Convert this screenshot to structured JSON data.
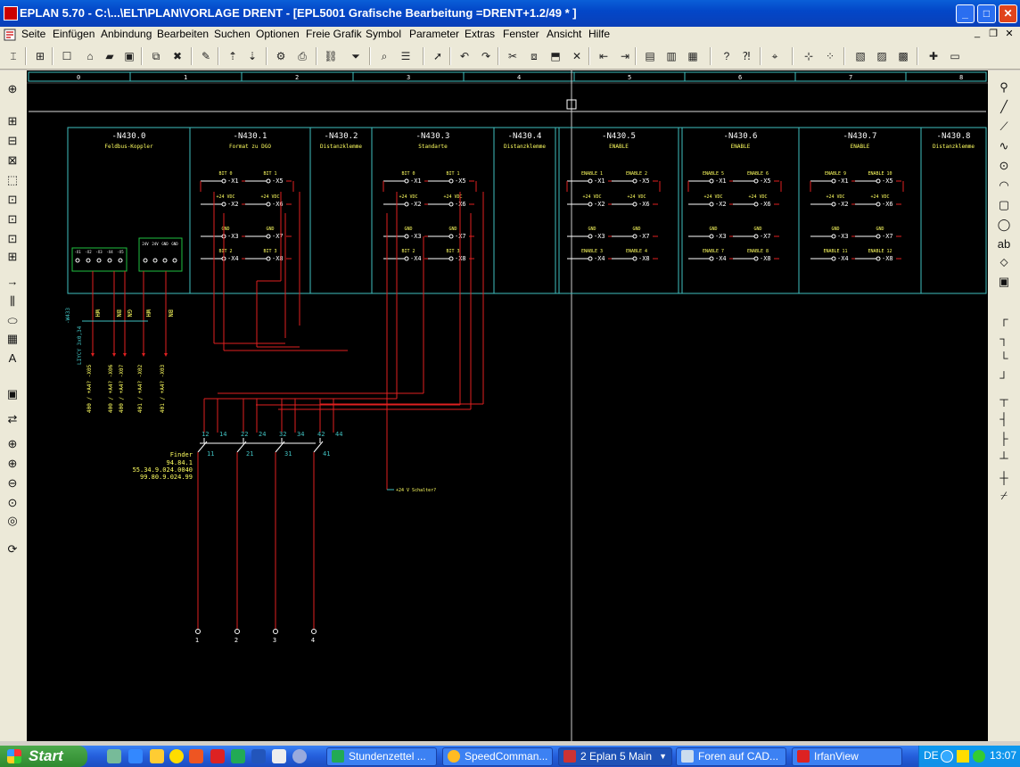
{
  "window": {
    "title": "EPLAN 5.70 - C:\\...\\ELT\\PLAN\\VORLAGE DRENT - [EPL5001 Grafische Bearbeitung =DRENT+1.2/49    * ]",
    "minimize": "_",
    "maximize": "□",
    "close": "✕"
  },
  "menu": {
    "items": [
      "Seite",
      "Einfügen",
      "Anbindung",
      "Bearbeiten",
      "Suchen",
      "Optionen",
      "Freie Grafik",
      "Symbol",
      "Parameter",
      "Extras",
      "Fenster",
      "Ansicht",
      "Hilfe"
    ],
    "doc_controls": [
      "_",
      "❐",
      "✕"
    ]
  },
  "toolbar_icons": [
    "select-tool-icon",
    "tree-icon",
    "new-page-icon",
    "open-icon",
    "folder-icon",
    "save-icon",
    "copy-icon",
    "delete-icon",
    "edit-icon",
    "page-up-icon",
    "page-down-icon",
    "properties-icon",
    "print-icon",
    "link-icon",
    "filter-icon",
    "search-icon",
    "list-icon",
    "pointer-icon",
    "undo-icon",
    "redo-icon",
    "cut-icon",
    "copy-symbol-icon",
    "paste-icon",
    "remove-icon",
    "move-left-icon",
    "move-right-icon",
    "window1-icon",
    "window2-icon",
    "window3-icon",
    "help-icon",
    "context-help-icon",
    "find-icon",
    "grid-icon",
    "dots-icon",
    "macro1-icon",
    "macro2-icon",
    "macro3-icon",
    "new-macro-icon",
    "macro-list-icon"
  ],
  "drawing": {
    "columns": [
      "0",
      "1",
      "2",
      "3",
      "4",
      "5",
      "6",
      "7",
      "8"
    ],
    "modules": [
      {
        "id": "-N430.0",
        "name": "Feldbus-Koppler"
      },
      {
        "id": "-N430.1",
        "name": "Format zu DGO"
      },
      {
        "id": "-N430.2",
        "name": "Distanzklemme"
      },
      {
        "id": "-N430.3",
        "name": "Standarte"
      },
      {
        "id": "-N430.4",
        "name": "Distanzklemme"
      },
      {
        "id": "-N430.5",
        "name": "ENABLE"
      },
      {
        "id": "-N430.6",
        "name": "ENABLE"
      },
      {
        "id": "-N430.7",
        "name": "ENABLE"
      },
      {
        "id": "-N430.8",
        "name": "Distanzklemme"
      }
    ],
    "io_blocks": [
      {
        "labels": [
          "BIT 0",
          "BIT 1",
          "+24 VDC",
          "+24 VDC",
          "GND",
          "GND",
          "BIT 2",
          "BIT 3"
        ],
        "terms": [
          "-X1",
          "-X5",
          "-X2",
          "-X6",
          "-X3",
          "-X7",
          "-X4",
          "-X8"
        ]
      },
      {
        "labels": [
          "BIT 0",
          "BIT 1",
          "+24 VDC",
          "+24 VDC",
          "GND",
          "GND",
          "BIT 2",
          "BIT 3"
        ],
        "terms": [
          "-X1",
          "-X5",
          "-X2",
          "-X6",
          "-X3",
          "-X7",
          "-X4",
          "-X8"
        ]
      },
      {
        "labels": [
          "ENABLE 1",
          "ENABLE 2",
          "+24 VDC",
          "+24 VDC",
          "GND",
          "GND",
          "ENABLE 3",
          "ENABLE 4"
        ],
        "terms": [
          "-X1",
          "-X5",
          "-X2",
          "-X6",
          "-X3",
          "-X7",
          "-X4",
          "-X8"
        ]
      },
      {
        "labels": [
          "ENABLE 5",
          "ENABLE 6",
          "+24 VDC",
          "+24 VDC",
          "GND",
          "GND",
          "ENABLE 7",
          "ENABLE 8"
        ],
        "terms": [
          "-X1",
          "-X5",
          "-X2",
          "-X6",
          "-X3",
          "-X7",
          "-X4",
          "-X8"
        ]
      },
      {
        "labels": [
          "ENABLE 9",
          "ENABLE 10",
          "+24 VDC",
          "+24 VDC",
          "GND",
          "GND",
          "ENABLE 11",
          "ENABLE 12"
        ],
        "terms": [
          "-X1",
          "-X5",
          "-X2",
          "-X6",
          "-X3",
          "-X7",
          "-X4",
          "-X8"
        ]
      }
    ],
    "coupler_pins_a": [
      "-X1",
      "-X2",
      "-X3",
      "-X4",
      "-X5"
    ],
    "coupler_pins_b": [
      "24V",
      "24V",
      "GND",
      "GND"
    ],
    "wire_colors": [
      "WH",
      "BN",
      "GN",
      "WH",
      "BN"
    ],
    "cable": {
      "id": "-W433",
      "type": "LIYCY 3x0,34"
    },
    "cable_refs": [
      "400 / +A4? -X05",
      "400 / +A4? -X06",
      "400 / +A4? -X07",
      "401 / +A4? -X02",
      "401 / +A4? -X03"
    ],
    "relay": {
      "maker": "Finder",
      "type": "94.84.1",
      "part1": "55.34.9.024.0040",
      "part2": "99.80.9.024.99"
    },
    "contacts_top": [
      "12",
      "14",
      "22",
      "24",
      "32",
      "34",
      "42",
      "44"
    ],
    "contacts_bottom": [
      "11",
      "21",
      "31",
      "41"
    ],
    "terminals": [
      "1",
      "2",
      "3",
      "4"
    ],
    "note": "+24 V Schalter?"
  },
  "taskbar": {
    "start": "Start",
    "tasks": [
      "Stundenzettel ...",
      "SpeedComman...",
      "2 Eplan 5 Main",
      "Foren auf CAD...",
      "IrfanView"
    ],
    "lang": "DE",
    "clock": "13:07"
  },
  "colors": {
    "canvas": "#000000",
    "frame": "#40c0c0",
    "wire": "#e02020",
    "text": "#ffff60",
    "symbol": "#ffffff",
    "coupler": "#20c040"
  }
}
